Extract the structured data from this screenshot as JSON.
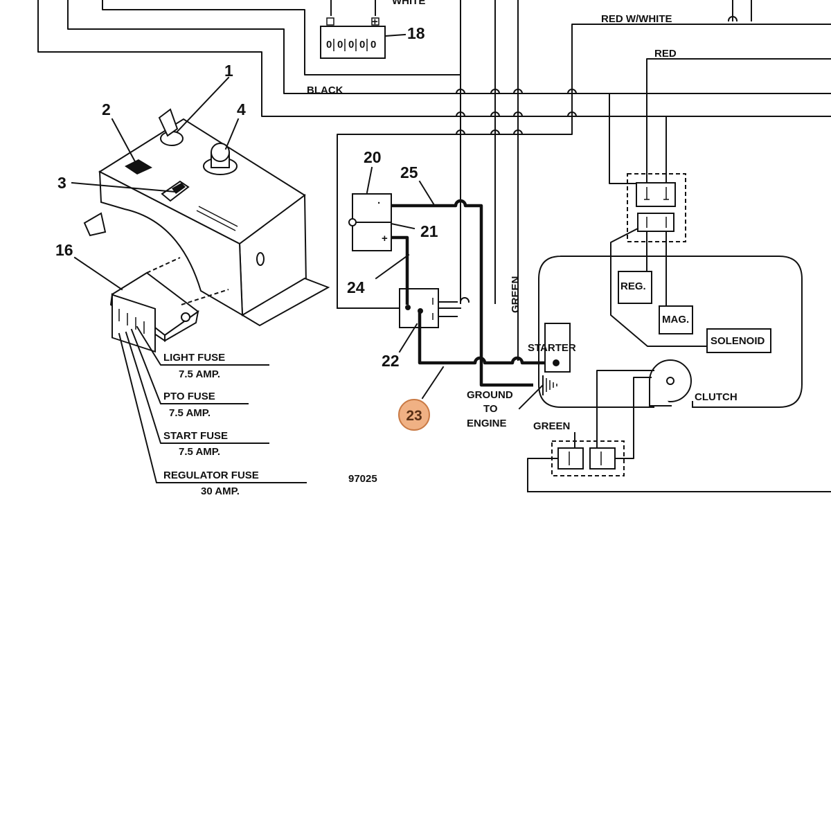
{
  "diagram": {
    "figure_id": "97025",
    "wire_labels": {
      "black": "BLACK",
      "red_white": "RED W/WHITE",
      "red": "RED",
      "green_vertical": "GREEN",
      "green_bottom": "GREEN",
      "white_partial": "WHITE"
    },
    "components": {
      "reg": "REG.",
      "mag": "MAG.",
      "solenoid": "SOLENOID",
      "starter": "STARTER",
      "clutch": "CLUTCH",
      "ground_line1": "GROUND",
      "ground_line2": "TO",
      "ground_line3": "ENGINE"
    },
    "callouts": [
      "1",
      "2",
      "3",
      "4",
      "16",
      "18",
      "20",
      "21",
      "22",
      "24",
      "25"
    ],
    "highlighted_callout": "23",
    "fuses": [
      {
        "name": "LIGHT FUSE",
        "rating": "7.5 AMP."
      },
      {
        "name": "PTO FUSE",
        "rating": "7.5 AMP."
      },
      {
        "name": "START FUSE",
        "rating": "7.5 AMP."
      },
      {
        "name": "REGULATOR FUSE",
        "rating": "30 AMP."
      }
    ]
  }
}
